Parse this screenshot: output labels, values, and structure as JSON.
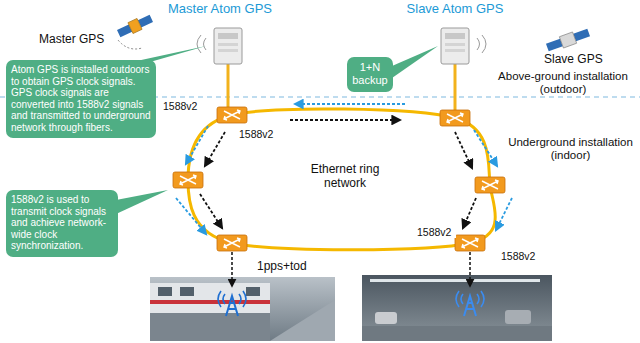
{
  "diagram": {
    "nodes": [
      {
        "text": [
          "Atom GPS is installed outdoors to obtain GPS clock signals. GPS clock signals are converted into 1588v2 signals and transmitted to underground network through fibers."
        ]
      },
      {
        "text": [
          "1+N backup"
        ]
      },
      {
        "text": [
          "1588v2 is used to transmit clock signals and achieve network-wide clock synchronization."
        ]
      }
    ],
    "labels": [
      "Master Atom GPS",
      "Slave Atom GPS",
      "Master GPS",
      "Slave GPS",
      "Above-ground installation (outdoor)",
      "1588v2",
      "1588v2",
      "Underground installation (indoor)",
      "Ethernet ring network",
      "1588v2",
      "1588v2",
      "1pps+tod"
    ]
  }
}
